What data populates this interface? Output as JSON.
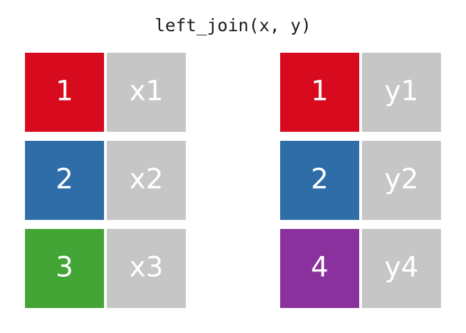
{
  "title": "left_join(x, y)",
  "colors": {
    "background": "#ffffff",
    "title_text": "#1a1a1a",
    "cell_text": "#ffffff",
    "value_cell": "#c6c6c6",
    "key_red": "#d80a1e",
    "key_blue": "#2e6da8",
    "key_green": "#42a535",
    "key_purple": "#8b319d"
  },
  "tables": [
    {
      "name": "x",
      "rows": [
        {
          "key": "1",
          "key_color": "#d80a1e",
          "value": "x1",
          "value_color": "#c6c6c6"
        },
        {
          "key": "2",
          "key_color": "#2e6da8",
          "value": "x2",
          "value_color": "#c6c6c6"
        },
        {
          "key": "3",
          "key_color": "#42a535",
          "value": "x3",
          "value_color": "#c6c6c6"
        }
      ]
    },
    {
      "name": "y",
      "rows": [
        {
          "key": "1",
          "key_color": "#d80a1e",
          "value": "y1",
          "value_color": "#c6c6c6"
        },
        {
          "key": "2",
          "key_color": "#2e6da8",
          "value": "y2",
          "value_color": "#c6c6c6"
        },
        {
          "key": "4",
          "key_color": "#8b319d",
          "value": "y4",
          "value_color": "#c6c6c6"
        }
      ]
    }
  ]
}
